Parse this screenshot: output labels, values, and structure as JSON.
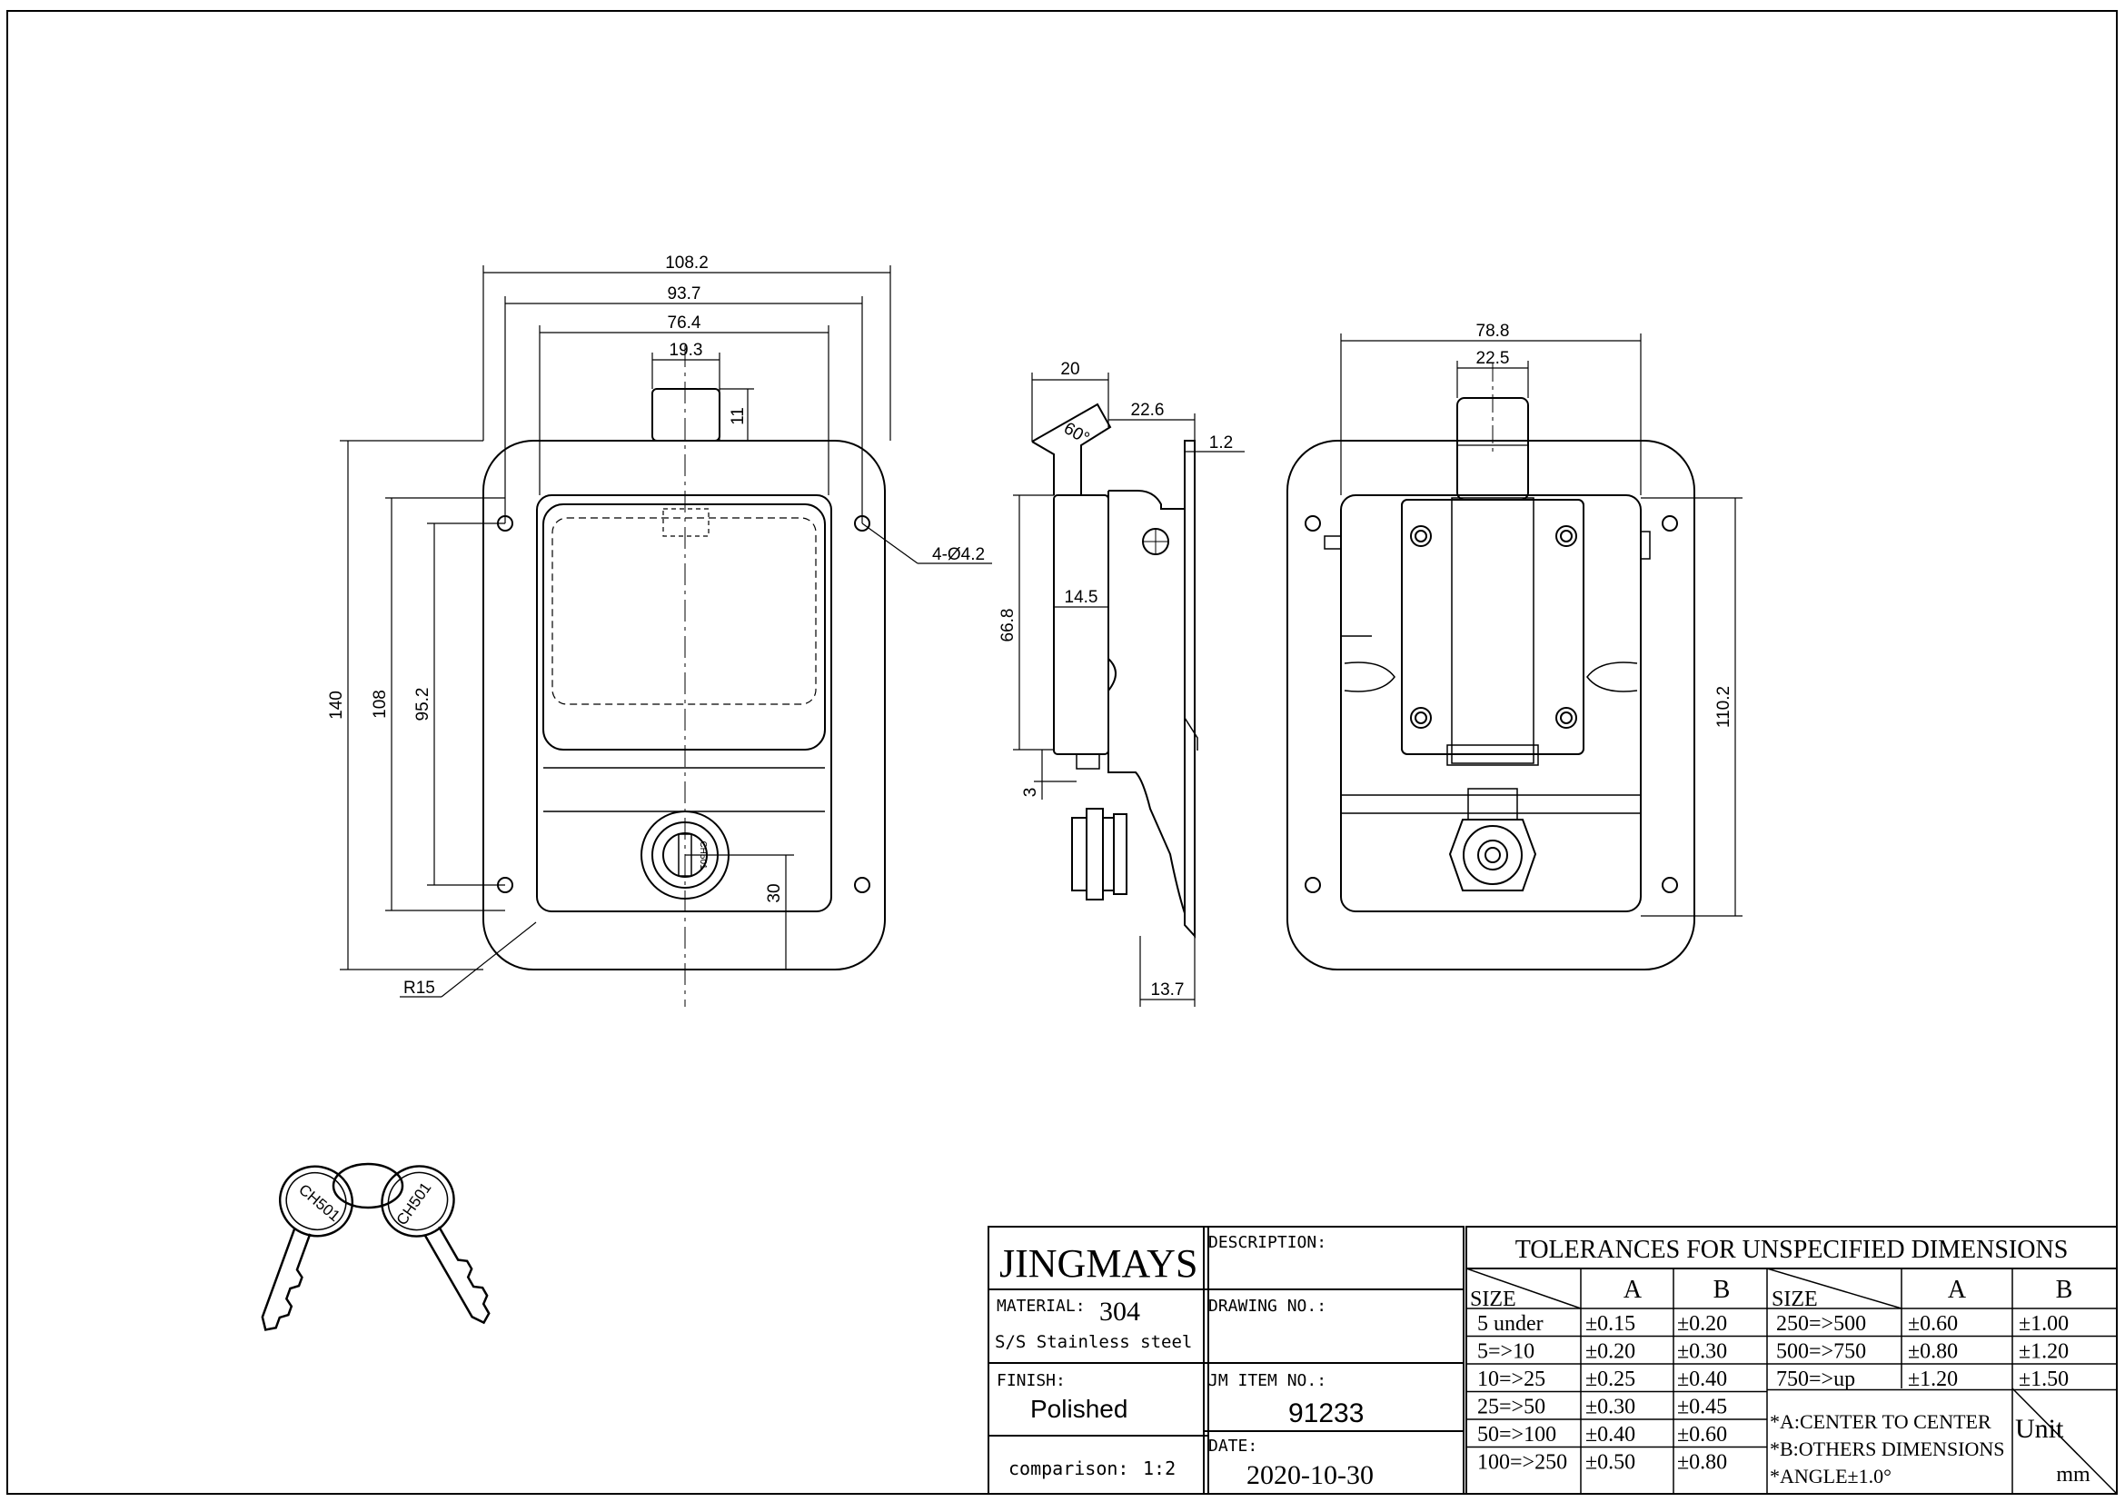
{
  "front_view": {
    "dims": {
      "w_overall": "108.2",
      "w_holes": "93.7",
      "w_pan": "76.4",
      "w_bolt": "19.3",
      "h_bolt": "11",
      "h_overall": "140",
      "h_holes": "108",
      "h_pan": "95.2",
      "lock_offset": "30",
      "radius": "R15",
      "holes": "4-Ø4.2"
    },
    "lock_label": "CH501"
  },
  "side_view": {
    "dims": {
      "lever": "20",
      "depth": "22.6",
      "plate": "1.2",
      "angle": "60°",
      "height": "66.8",
      "inner": "14.5",
      "small": "3",
      "bottom": "13.7"
    }
  },
  "back_view": {
    "dims": {
      "width": "78.8",
      "bolt": "22.5",
      "height": "110.2"
    }
  },
  "keys": {
    "label_left": "CH501",
    "label_right": "CH501"
  },
  "title_block": {
    "company": "JINGMAYS",
    "material_label": "MATERIAL:",
    "material_value": "304",
    "material_desc": "S/S Stainless steel",
    "finish_label": "FINISH:",
    "finish_value": "Polished",
    "comparison_label": "comparison:",
    "comparison_value": "1:2",
    "description_label": "DESCRIPTION:",
    "drawing_no_label": "DRAWING NO.:",
    "item_no_label": "JM ITEM NO.:",
    "item_no_value": "91233",
    "date_label": "DATE:",
    "date_value": "2020-10-30"
  },
  "tolerances": {
    "title": "TOLERANCES FOR UNSPECIFIED DIMENSIONS",
    "size_header": "SIZE",
    "col_a": "A",
    "col_b": "B",
    "left_rows": [
      {
        "size": "5 under",
        "a": "±0.15",
        "b": "±0.20"
      },
      {
        "size": "5=>10",
        "a": "±0.20",
        "b": "±0.30"
      },
      {
        "size": "10=>25",
        "a": "±0.25",
        "b": "±0.40"
      },
      {
        "size": "25=>50",
        "a": "±0.30",
        "b": "±0.45"
      },
      {
        "size": "50=>100",
        "a": "±0.40",
        "b": "±0.60"
      },
      {
        "size": "100=>250",
        "a": "±0.50",
        "b": "±0.80"
      }
    ],
    "right_rows": [
      {
        "size": "250=>500",
        "a": "±0.60",
        "b": "±1.00"
      },
      {
        "size": "500=>750",
        "a": "±0.80",
        "b": "±1.20"
      },
      {
        "size": "750=>up",
        "a": "±1.20",
        "b": "±1.50"
      }
    ],
    "notes": [
      "*A:CENTER TO CENTER",
      "*B:OTHERS DIMENSIONS",
      "*ANGLE±1.0°"
    ],
    "unit_label": "Unit",
    "unit_value": "mm"
  }
}
